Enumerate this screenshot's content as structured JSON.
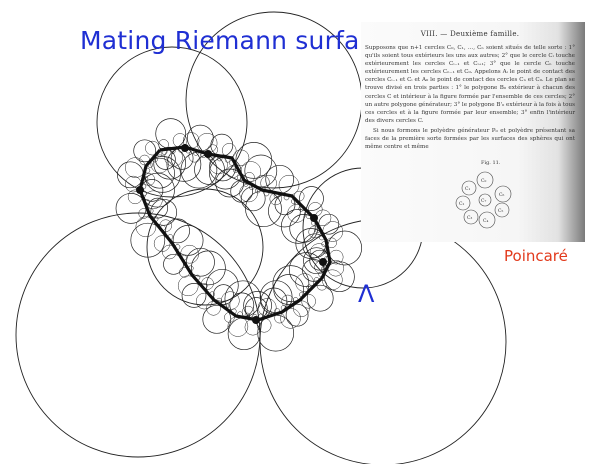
{
  "slide": {
    "title": "Mating Riemann surfaces",
    "lambda_label": "Λ",
    "poincare_label": "Poincaré"
  },
  "scan": {
    "heading": "VIII. — Deuxième famille.",
    "paragraphs": [
      "Supposons que n+1 cercles C₀, C₁, ..., Cₙ soient situés de telle sorte : 1° qu'ils soient tous extérieurs les uns aux autres; 2° que le cercle Cᵢ touche extérieurement les cercles Cᵢ₋₁ et Cᵢ₊₁; 3° que le cercle Cₙ touche extérieurement les cercles Cₙ₋₁ et C₀. Appelons Aᵢ le point de contact des cercles Cᵢ₋₁ et Cᵢ et A₀ le point de contact des cercles Cₙ et C₀. Le plan se trouve divisé en trois parties : 1° le polygone B₀ extérieur à chacun des cercles C et intérieur à la figure formée par l'ensemble de ces cercles; 2° un autre polygone générateur; 3° le polygone B'₀ extérieur à la fois à tous ces cercles et à la figure formée par leur ensemble; 3° enfin l'intérieur des divers cercles C.",
      "Si nous formons le polyèdre générateur P₀ et polyèdre présentant sa faces de la première sorte formées par les surfaces des sphères qui ont même centre et même"
    ],
    "figure_label": "Fig. 11.",
    "circle_labels": [
      "C₀",
      "C₁",
      "C₂",
      "C₃",
      "C₄",
      "C₅",
      "C₆",
      "C₇"
    ]
  },
  "colors": {
    "title": "#1f2fd3",
    "lambda": "#1f2fd3",
    "poincare": "#e23a1c",
    "figure_lines": "#222222"
  }
}
